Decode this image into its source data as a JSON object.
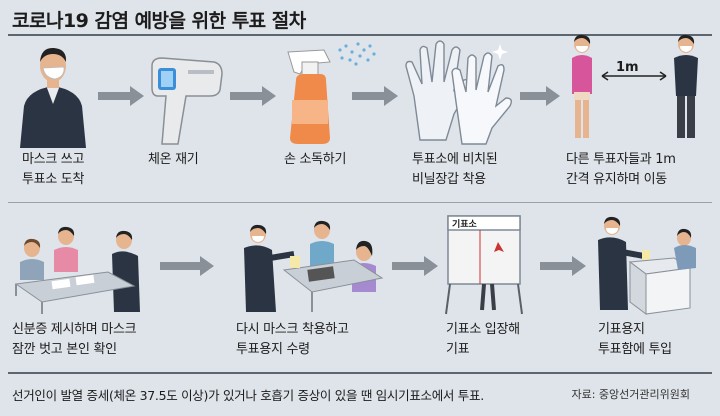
{
  "title": "코로나19 감염 예방을 위한 투표 절차",
  "row1": [
    {
      "line1": "마스크 쓰고",
      "line2": "투표소 도착",
      "icon": "masked-voter-arriving"
    },
    {
      "line1": "체온 재기",
      "line2": "",
      "icon": "thermometer-gun"
    },
    {
      "line1": "손 소독하기",
      "line2": "",
      "icon": "sanitizer-spray-bottle"
    },
    {
      "line1": "투표소에 비치된",
      "line2": "비닐장갑 착용",
      "icon": "plastic-gloves"
    },
    {
      "line1": "다른 투표자들과 1m",
      "line2": "간격 유지하며 이동",
      "icon": "distancing-people"
    }
  ],
  "distance_label": "1m",
  "row2": [
    {
      "line1": "신분증 제시하며 마스크",
      "line2": "잠깐 벗고 본인 확인",
      "icon": "id-check-desk"
    },
    {
      "line1": "다시 마스크 착용하고",
      "line2": "투표용지 수령",
      "icon": "ballot-receipt-desk"
    },
    {
      "line1": "기표소 입장해",
      "line2": "기표",
      "icon": "voting-booth"
    },
    {
      "line1": "기표용지",
      "line2": "투표함에 투입",
      "icon": "ballot-box"
    }
  ],
  "booth_sign": "기표소",
  "footer": "선거인이 발열 증세(체온 37.5도 이상)가 있거나 호흡기 증상이 있을 땐 임시기표소에서 투표.",
  "source": "자료: 중앙선거관리위원회",
  "colors": {
    "background": "#dfe4ea",
    "arrow": "#8a9098",
    "rule": "#5c6670"
  }
}
